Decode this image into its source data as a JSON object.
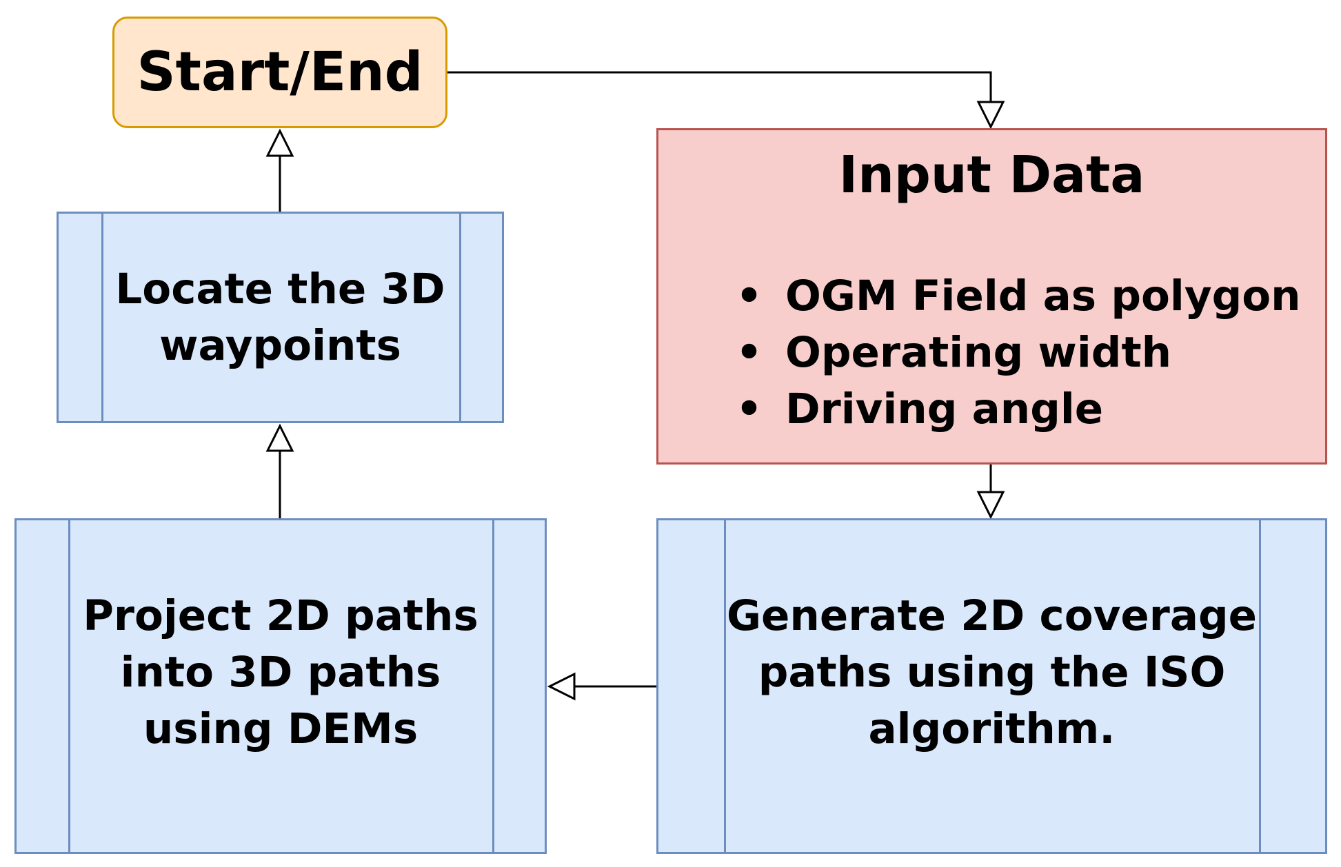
{
  "nodes": {
    "start_end": {
      "label": "Start/End"
    },
    "input_data": {
      "title": "Input Data",
      "items": [
        "OGM Field as polygon",
        "Operating width",
        "Driving angle"
      ]
    },
    "generate": {
      "lines": [
        "Generate 2D coverage",
        "paths using the ISO",
        "algorithm."
      ]
    },
    "project": {
      "lines": [
        "Project 2D paths",
        "into 3D paths",
        "using DEMs"
      ]
    },
    "locate": {
      "lines": [
        "Locate the 3D",
        "waypoints"
      ]
    }
  },
  "edges": [
    {
      "from": "Start/End",
      "to": "Input Data"
    },
    {
      "from": "Input Data",
      "to": "Generate 2D coverage paths using the ISO algorithm."
    },
    {
      "from": "Generate 2D coverage paths using the ISO algorithm.",
      "to": "Project 2D paths into 3D paths using DEMs"
    },
    {
      "from": "Project 2D paths into 3D paths using DEMs",
      "to": "Locate the 3D waypoints"
    },
    {
      "from": "Locate the 3D waypoints",
      "to": "Start/End"
    }
  ],
  "colors": {
    "start_end_fill": "#ffe6cc",
    "start_end_stroke": "#d79b00",
    "input_fill": "#f8cecc",
    "input_stroke": "#b85450",
    "process_fill": "#dae8fc",
    "process_stroke": "#6c8ebf",
    "edge": "#000000"
  }
}
